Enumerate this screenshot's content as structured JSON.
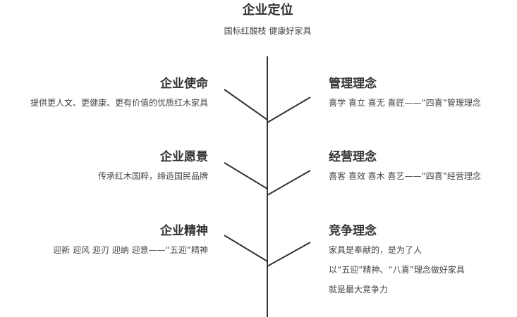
{
  "header": {
    "title": "企业定位",
    "subtitle": "国标红酸枝 健康好家具"
  },
  "left": [
    {
      "title": "企业使命",
      "lines": [
        "提供更人文、更健康、更有价值的优质红木家具"
      ]
    },
    {
      "title": "企业愿景",
      "lines": [
        "传承红木国粹，缔造国民品牌"
      ]
    },
    {
      "title": "企业精神",
      "lines": [
        "迎新 迎风 迎刃 迎纳 迎意——“五迎”精神"
      ]
    }
  ],
  "right": [
    {
      "title": "管理理念",
      "lines": [
        "喜学 喜立 喜无 喜匠——“四喜”管理理念"
      ]
    },
    {
      "title": "经营理念",
      "lines": [
        "喜客 喜效 喜木 喜艺——“四喜”经营理念"
      ]
    },
    {
      "title": "竞争理念",
      "lines": [
        "家具是奉献的，是为了人",
        "以“五迎”精神、“八喜”理念做好家具",
        "就是最大竞争力"
      ]
    }
  ]
}
